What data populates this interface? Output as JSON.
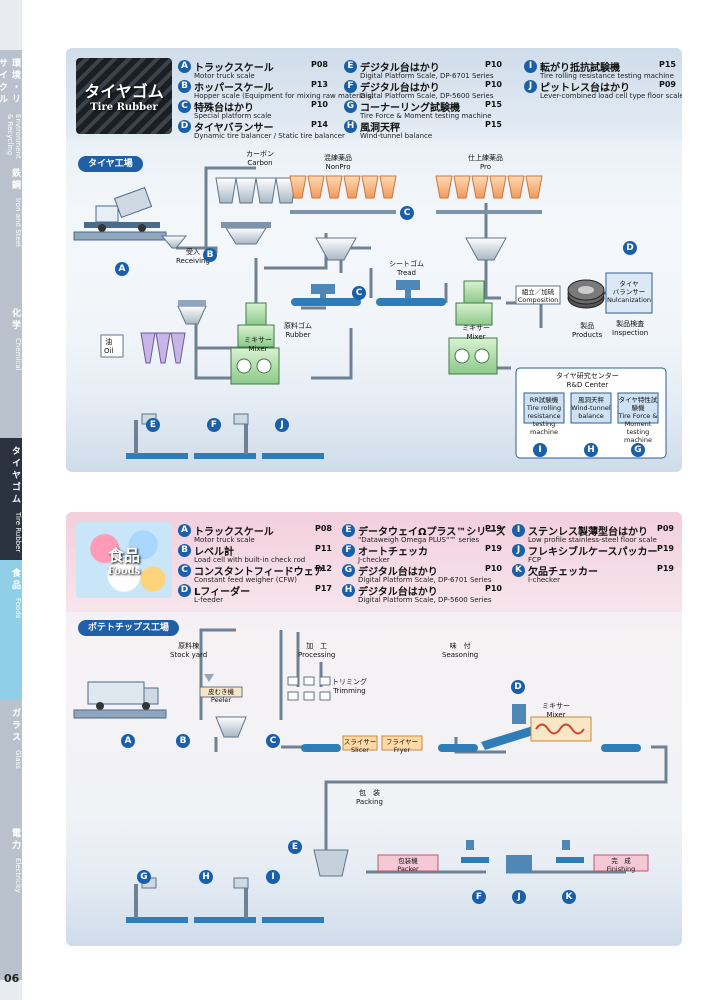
{
  "page_number": "06",
  "side_tabs": [
    {
      "jp": "環境・リサイクル",
      "en": "Environment & Recycling",
      "color": "#b9c2cc"
    },
    {
      "jp": "鉄鋼",
      "en": "Iron and Steel",
      "color": "#b9c2cc"
    },
    {
      "jp": "化学",
      "en": "Chemical",
      "color": "#b9c2cc"
    },
    {
      "jp": "タイヤゴム",
      "en": "Tire Rubber",
      "color": "#2b3340"
    },
    {
      "jp": "食品",
      "en": "Foods",
      "color": "#8fd0e8"
    },
    {
      "jp": "ガラス",
      "en": "Glass",
      "color": "#b9c2cc"
    },
    {
      "jp": "電力",
      "en": "Electricity",
      "color": "#b9c2cc"
    }
  ],
  "tire": {
    "hero_jp": "タイヤゴム",
    "hero_en": "Tire Rubber",
    "section": "タイヤ工場",
    "legend": [
      {
        "key": "A",
        "name": "トラックスケール",
        "page": "P08",
        "sub": "Motor truck scale"
      },
      {
        "key": "B",
        "name": "ホッパースケール",
        "page": "P13",
        "sub": "Hopper scale (Equipment for mixing raw materials)"
      },
      {
        "key": "C",
        "name": "特殊台はかり",
        "page": "P10",
        "sub": "Special platform scale"
      },
      {
        "key": "D",
        "name": "タイヤバランサー",
        "page": "P14",
        "sub": "Dynamic tire balancer / Static tire balancer"
      },
      {
        "key": "E",
        "name": "デジタル台はかり",
        "page": "P10",
        "sub": "Digital Platform Scale, DP-6701 Series"
      },
      {
        "key": "F",
        "name": "デジタル台はかり",
        "page": "P10",
        "sub": "Digital Platform Scale, DP-5600 Series"
      },
      {
        "key": "G",
        "name": "コーナーリング試験機",
        "page": "P15",
        "sub": "Tire Force & Moment testing machine"
      },
      {
        "key": "H",
        "name": "風洞天秤",
        "page": "P15",
        "sub": "Wind-tunnel balance"
      },
      {
        "key": "I",
        "name": "転がり抵抗試験機",
        "page": "P15",
        "sub": "Tire rolling resistance testing machine"
      },
      {
        "key": "J",
        "name": "ピットレス台はかり",
        "page": "P09",
        "sub": "Lever-combined load cell type floor scale"
      }
    ],
    "labels": {
      "carbon_jp": "カーボン",
      "carbon_en": "Carbon",
      "nonpro_jp": "混練薬品",
      "nonpro_en": "NonPro",
      "pro_jp": "仕上練薬品",
      "pro_en": "Pro",
      "receiving_jp": "受入",
      "receiving_en": "Receiving",
      "tread_jp": "シートゴム",
      "tread_en": "Tread",
      "rubber_jp": "原料ゴム",
      "rubber_en": "Rubber",
      "mixer_jp": "ミキサー",
      "mixer_en": "Mixer",
      "oil_jp": "油",
      "oil_en": "Oil",
      "composition_jp": "組立／加硫",
      "composition_en": "Composition",
      "products_jp": "製品",
      "products_en": "Products",
      "inspection_jp": "製品検査",
      "inspection_en": "Inspection",
      "balancer_jp": "タイヤ\nバランサー",
      "balancer_en": "Nulcanization",
      "rd_jp": "タイヤ研究センター",
      "rd_en": "R&D Center",
      "rr_jp": "RR試験機",
      "rr_en": "Tire rolling resistance testing machine",
      "wind_jp": "風洞天秤",
      "wind_en": "Wind-tunnel balance",
      "char_jp": "タイヤ特性試験機",
      "char_en": "Tire Force & Moment testing machine"
    }
  },
  "food": {
    "hero_jp": "食品",
    "hero_en": "Foods",
    "section": "ポテトチップス工場",
    "legend": [
      {
        "key": "A",
        "name": "トラックスケール",
        "page": "P08",
        "sub": "Motor truck scale"
      },
      {
        "key": "B",
        "name": "レベル計",
        "page": "P11",
        "sub": "Load cell with built-in check rod"
      },
      {
        "key": "C",
        "name": "コンスタントフィードウェア",
        "page": "P12",
        "sub": "Constant feed weigher (CFW)"
      },
      {
        "key": "D",
        "name": "Lフィーダー",
        "page": "P17",
        "sub": "L-feeder"
      },
      {
        "key": "E",
        "name": "データウェイΩプラス™シリーズ",
        "page": "P19",
        "sub": "\"Dataweigh Omega PLUS\"™ series"
      },
      {
        "key": "F",
        "name": "オートチェッカ",
        "page": "P19",
        "sub": "J-checker"
      },
      {
        "key": "G",
        "name": "デジタル台はかり",
        "page": "P10",
        "sub": "Digital Platform Scale, DP-6701 Series"
      },
      {
        "key": "H",
        "name": "デジタル台はかり",
        "page": "P10",
        "sub": "Digital Platform Scale, DP-5600 Series"
      },
      {
        "key": "I",
        "name": "ステンレス製薄型台はかり",
        "page": "P09",
        "sub": "Low profile stainless-steel floor scale"
      },
      {
        "key": "J",
        "name": "フレキシブルケースパッカー",
        "page": "P19",
        "sub": "FCP"
      },
      {
        "key": "K",
        "name": "欠品チェッカー",
        "page": "P19",
        "sub": "I-checker"
      }
    ],
    "labels": {
      "stock_jp": "原料棟",
      "stock_en": "Stock yard",
      "processing_jp": "加　工",
      "processing_en": "Processing",
      "seasoning_jp": "味　付",
      "seasoning_en": "Seasoning",
      "peeler_jp": "皮むき機",
      "peeler_en": "Peeler",
      "trimming_jp": "トリミング",
      "trimming_en": "Trimming",
      "slicer_jp": "スライサー",
      "slicer_en": "Slicer",
      "fryer_jp": "フライヤー",
      "fryer_en": "Fryer",
      "mixer_jp": "ミキサー",
      "mixer_en": "Mixer",
      "packing_jp": "包　装",
      "packing_en": "Packing",
      "packer_jp": "包装機",
      "packer_en": "Packer",
      "finishing_jp": "完　成",
      "finishing_en": "Finishing"
    }
  }
}
